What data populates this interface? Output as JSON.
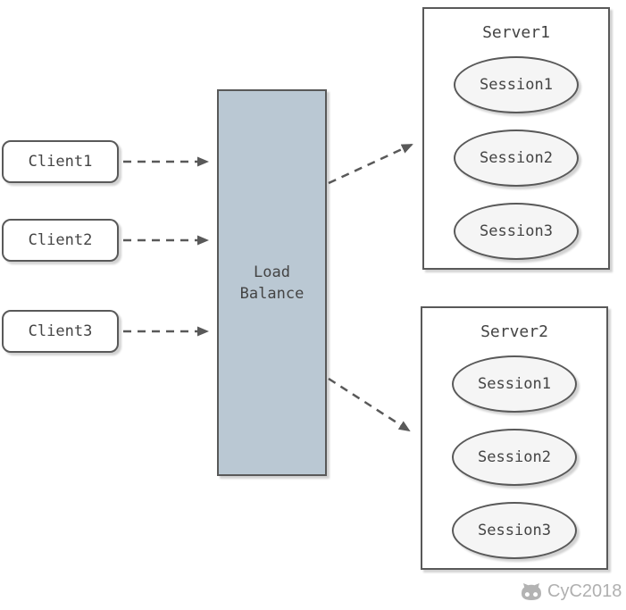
{
  "diagram": {
    "clients": [
      {
        "label": "Client1"
      },
      {
        "label": "Client2"
      },
      {
        "label": "Client3"
      }
    ],
    "load_balancer": {
      "label": "Load Balance"
    },
    "servers": [
      {
        "label": "Server1",
        "sessions": [
          "Session1",
          "Session2",
          "Session3"
        ]
      },
      {
        "label": "Server2",
        "sessions": [
          "Session1",
          "Session2",
          "Session3"
        ]
      }
    ],
    "arrows": [
      "client1-to-load-balance",
      "client2-to-load-balance",
      "client3-to-load-balance",
      "load-balance-to-server1",
      "load-balance-to-server2"
    ],
    "watermark": {
      "label": "CyC2018",
      "icon": "github-cat-icon"
    }
  },
  "colors": {
    "border": "#595959",
    "text": "#444444",
    "node_fill": "#ffffff",
    "session_fill": "#f5f5f5",
    "load_balance_fill": "#bac8d3",
    "arrow": "#595959",
    "watermark": "#b0b0b0",
    "background": "#ffffff"
  }
}
